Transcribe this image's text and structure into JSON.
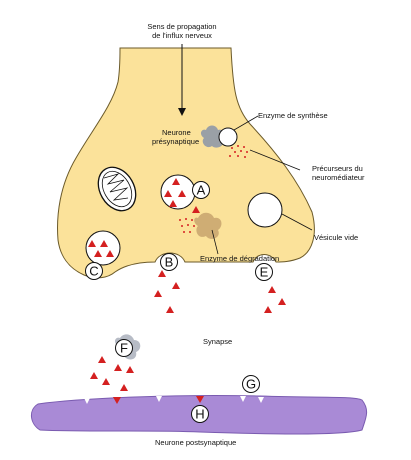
{
  "labels": {
    "propagation_line1": "Sens de propagation",
    "propagation_line2": "de l'influx nerveux",
    "presynaptic_line1": "Neurone",
    "presynaptic_line2": "présynaptique",
    "synthesis_enzyme": "Enzyme de synthèse",
    "precursors_line1": "Précurseurs du",
    "precursors_line2": "neuromédiateur",
    "empty_vesicle": "Vésicule vide",
    "degradation_enzyme": "Enzyme de dégradation",
    "synapse": "Synapse",
    "postsynaptic": "Neurone postsynaptique"
  },
  "markers": [
    "A",
    "B",
    "C",
    "E",
    "F",
    "G",
    "H"
  ],
  "colors": {
    "neuron_fill": "#fbe29a",
    "neuron_stroke": "#6b5a2a",
    "postsynaptic_fill": "#a98ad6",
    "triangle": "#d42020",
    "enzyme": "#9aa0a6"
  }
}
